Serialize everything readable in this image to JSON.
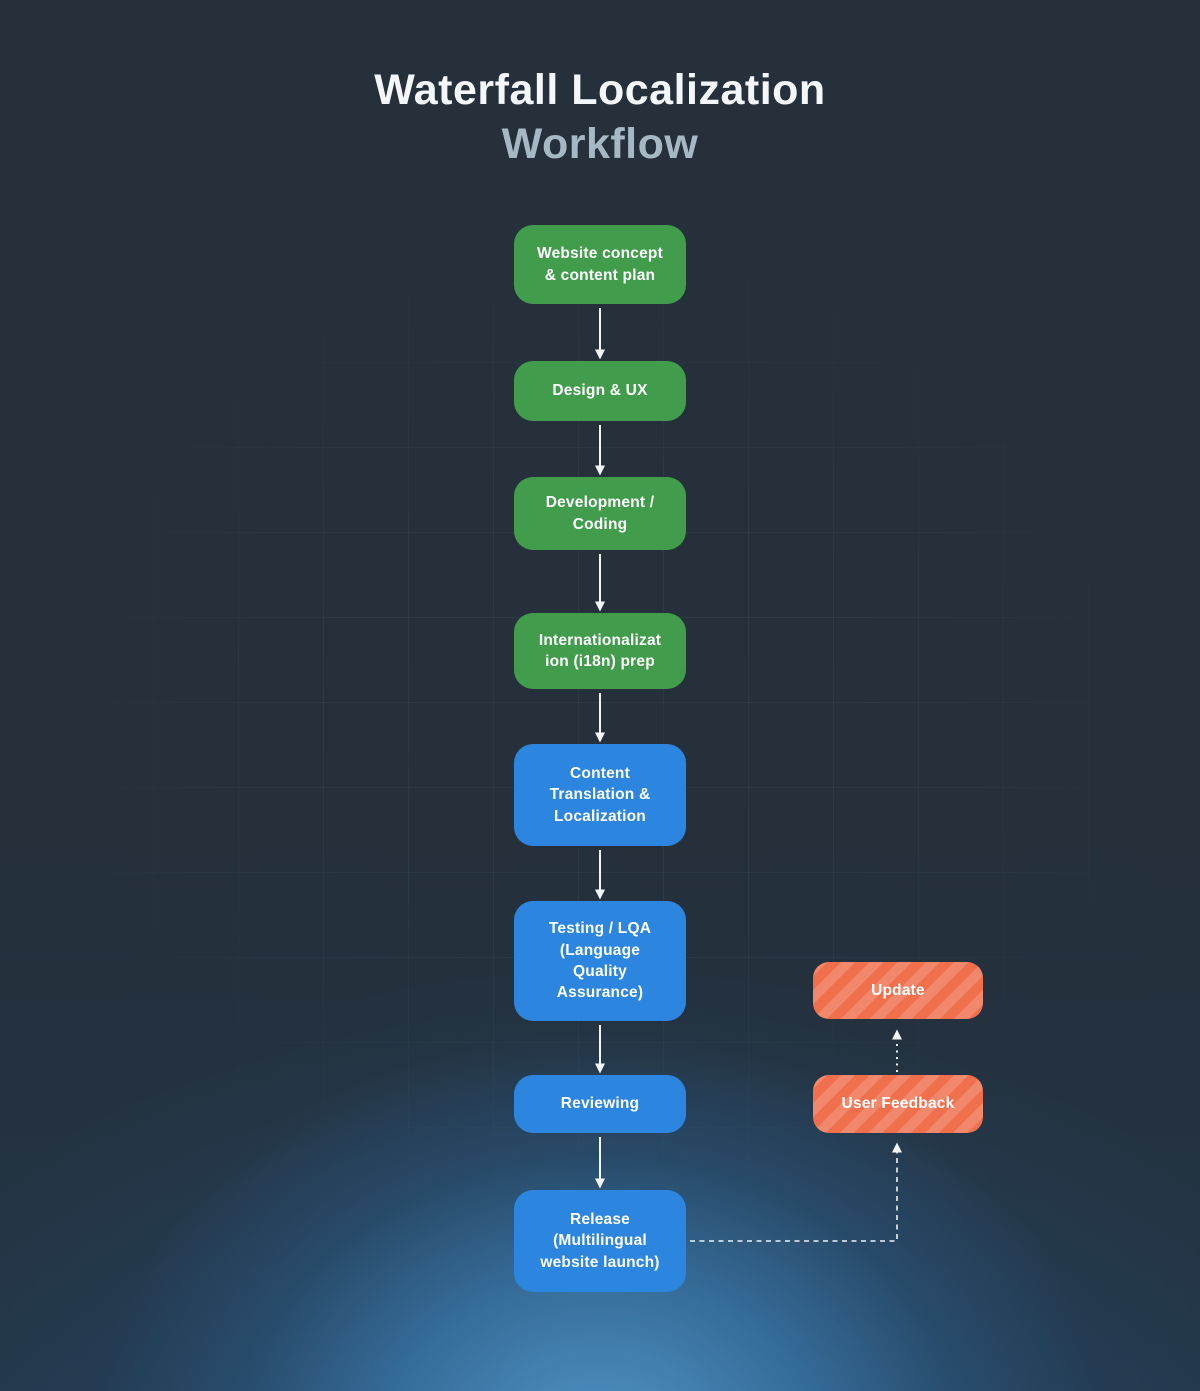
{
  "title": {
    "line1": "Waterfall Localization",
    "line2": "Workflow"
  },
  "diagram": {
    "main_flow": [
      {
        "id": "website-concept",
        "label": "Website concept\n& content plan",
        "type": "green"
      },
      {
        "id": "design-ux",
        "label": "Design & UX",
        "type": "green"
      },
      {
        "id": "development-coding",
        "label": "Development /\nCoding",
        "type": "green"
      },
      {
        "id": "i18n-prep",
        "label": "Internationalizat\nion (i18n) prep",
        "type": "green"
      },
      {
        "id": "content-translation",
        "label": "Content\nTranslation &\nLocalization",
        "type": "blue"
      },
      {
        "id": "testing-lqa",
        "label": "Testing / LQA\n(Language\nQuality\nAssurance)",
        "type": "blue"
      },
      {
        "id": "reviewing",
        "label": "Reviewing",
        "type": "blue"
      },
      {
        "id": "release",
        "label": "Release\n(Multilingual\nwebsite launch)",
        "type": "blue"
      }
    ],
    "feedback_loop": [
      {
        "id": "update",
        "label": "Update",
        "type": "orange"
      },
      {
        "id": "user-feedback",
        "label": "User Feedback",
        "type": "orange"
      }
    ],
    "edges": [
      {
        "from": "website-concept",
        "to": "design-ux",
        "style": "solid"
      },
      {
        "from": "design-ux",
        "to": "development-coding",
        "style": "solid"
      },
      {
        "from": "development-coding",
        "to": "i18n-prep",
        "style": "solid"
      },
      {
        "from": "i18n-prep",
        "to": "content-translation",
        "style": "solid"
      },
      {
        "from": "content-translation",
        "to": "testing-lqa",
        "style": "solid"
      },
      {
        "from": "testing-lqa",
        "to": "reviewing",
        "style": "solid"
      },
      {
        "from": "reviewing",
        "to": "release",
        "style": "solid"
      },
      {
        "from": "release",
        "to": "user-feedback",
        "style": "dashed"
      },
      {
        "from": "user-feedback",
        "to": "update",
        "style": "dotted"
      }
    ]
  },
  "colors": {
    "background": "#26303a",
    "bottom_glow": "#3a7ab1",
    "stage_green": "#419c4c",
    "stage_blue": "#2c85de",
    "feedback_orange": "#f0704d",
    "arrow": "#f2f5f6",
    "title_primary": "#f4f7f9",
    "title_secondary": "#a6b8c4"
  }
}
